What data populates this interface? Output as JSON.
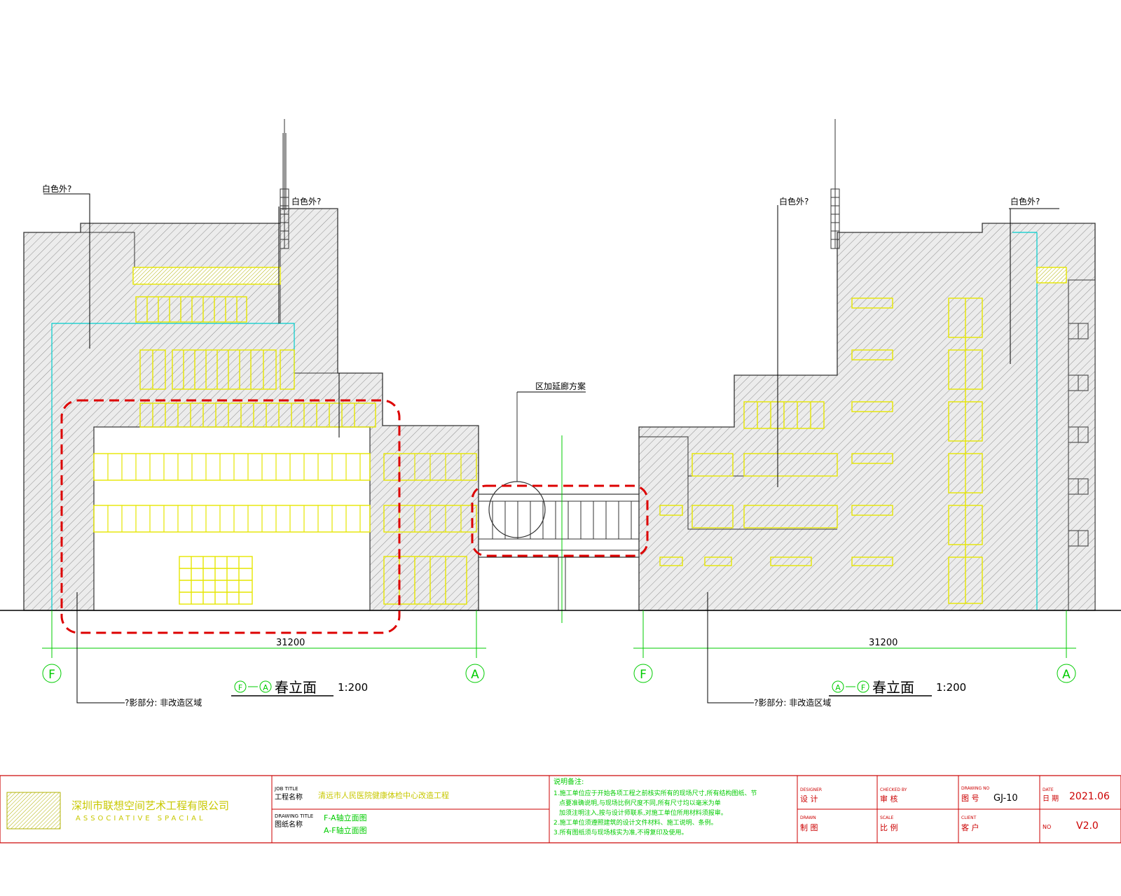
{
  "colors": {
    "window": "#e6e600",
    "grid": "#00cc00",
    "guide": "#00cccc",
    "highlight": "#dd0000",
    "wall_fill": "#e8e8e8",
    "hatch": "#9a9a9a",
    "title_border": "#cc0000"
  },
  "annotations": {
    "white_exterior": "白色外?",
    "bridge_plan": "区加延廊方案",
    "shadow_note": "?影部分: 非改造区域"
  },
  "left_elevation": {
    "dimension": "31200",
    "axis_start": "F",
    "axis_end": "A",
    "title_from": "F",
    "title_to": "A",
    "title": "春立面",
    "scale": "1:200"
  },
  "right_elevation": {
    "dimension": "31200",
    "axis_start": "F",
    "axis_end": "A",
    "title_from": "A",
    "title_to": "F",
    "title": "春立面",
    "scale": "1:200"
  },
  "title_block": {
    "company_cn": "深圳市联想空间艺术工程有限公司",
    "company_en": "ASSOCIATIVE SPACIAL",
    "job_title_en": "JOB TITLE",
    "job_title_cn": "工程名称",
    "job_title_value": "清远市人民医院健康体检中心改造工程",
    "drawing_title_en": "DRAWING TITLE",
    "drawing_title_cn": "图纸名称",
    "drawing_titles": [
      "F-A轴立面图",
      "A-F轴立面图"
    ],
    "notes_title": "说明备注:",
    "notes": [
      "1.施工单位应于开始各项工程之前核实所有的现场尺寸,所有结构图纸、节",
      "点要准确说明,与现场比例尺度不同,所有尺寸均以毫米为单",
      "加须注明注入,按与设计师联系,对施工单位所用材料须报审。",
      "2.施工单位须遵照建筑的设计文件材料、施工说明、条例。",
      "3.所有图纸须与现场核实为准,不得复印及使用。"
    ],
    "designer_en": "DESIGNER",
    "designer_cn": "设 计",
    "drawn_en": "DRAWN",
    "drawn_cn": "制 图",
    "checked_en": "CHECKED BY",
    "checked_cn": "审 核",
    "scale_en": "SCALE",
    "scale_cn": "比 例",
    "drawing_no_en": "DRAWING NO",
    "drawing_no_cn": "图 号",
    "drawing_no": "GJ-10",
    "client_en": "CLIENT",
    "client_cn": "客 户",
    "date_en": "DATE",
    "date_cn": "日 期",
    "date": "2021.06",
    "no_label": "NO",
    "version": "V2.0"
  }
}
